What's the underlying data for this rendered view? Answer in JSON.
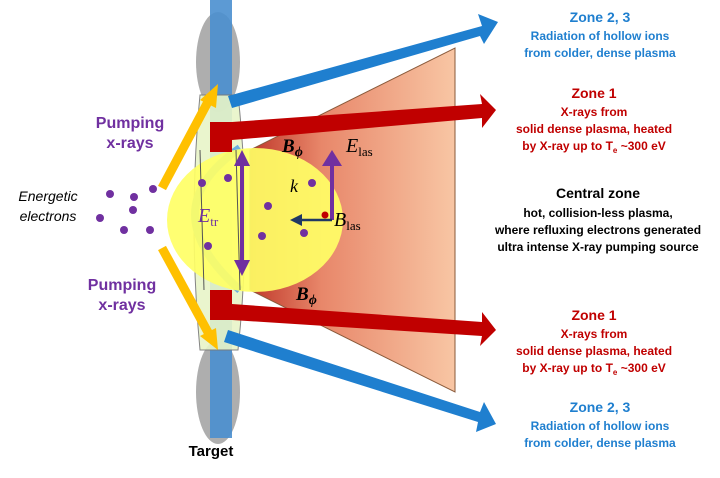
{
  "colors": {
    "zone23": "#1f7fcf",
    "zone1": "#c00000",
    "pumping": "#7030a0",
    "arrow_yellow": "#ffc000",
    "plasma_yellow": "#ffff66",
    "cone": "#f4b183",
    "target_blue": "#4a8fcf",
    "dot_purple": "#7030a0"
  },
  "labels": {
    "zone23_top_title": "Zone 2, 3",
    "zone23_top_line1": "Radiation of hollow ions",
    "zone23_top_line2": "from colder, dense plasma",
    "zone1_top_title": "Zone 1",
    "zone1_top_line1": "X-rays from",
    "zone1_top_line2": "solid dense plasma, heated",
    "zone1_top_line3a": "by X-ray  up to T",
    "zone1_top_line3sub": "e",
    "zone1_top_line3b": " ~300 eV",
    "central_title": "Central zone",
    "central_line1": "hot, collision-less plasma,",
    "central_line2": "where refluxing electrons generated",
    "central_line3": "ultra intense X-ray pumping source",
    "zone1_bot_title": "Zone 1",
    "zone1_bot_line1": "X-rays from",
    "zone1_bot_line2": "solid dense plasma, heated",
    "zone1_bot_line3a": "by X-ray  up to T",
    "zone1_bot_line3sub": "e",
    "zone1_bot_line3b": " ~300 eV",
    "zone23_bot_title": "Zone 2, 3",
    "zone23_bot_line1": "Radiation of hollow ions",
    "zone23_bot_line2": "from colder, dense plasma",
    "pumping_top_1": "Pumping",
    "pumping_top_2": "x-rays",
    "pumping_bot_1": "Pumping",
    "pumping_bot_2": "x-rays",
    "energetic_1": "Energetic",
    "energetic_2": "electrons",
    "target": "Target",
    "e_tr": "E",
    "e_tr_sub": "tr",
    "e_las": "E",
    "e_las_sub": "las",
    "b_las": "B",
    "b_las_sub": "las",
    "k": "k",
    "b_phi_top": "B",
    "b_phi_top_sub": "ϕ",
    "b_phi_bot": "B",
    "b_phi_bot_sub": "ϕ"
  }
}
